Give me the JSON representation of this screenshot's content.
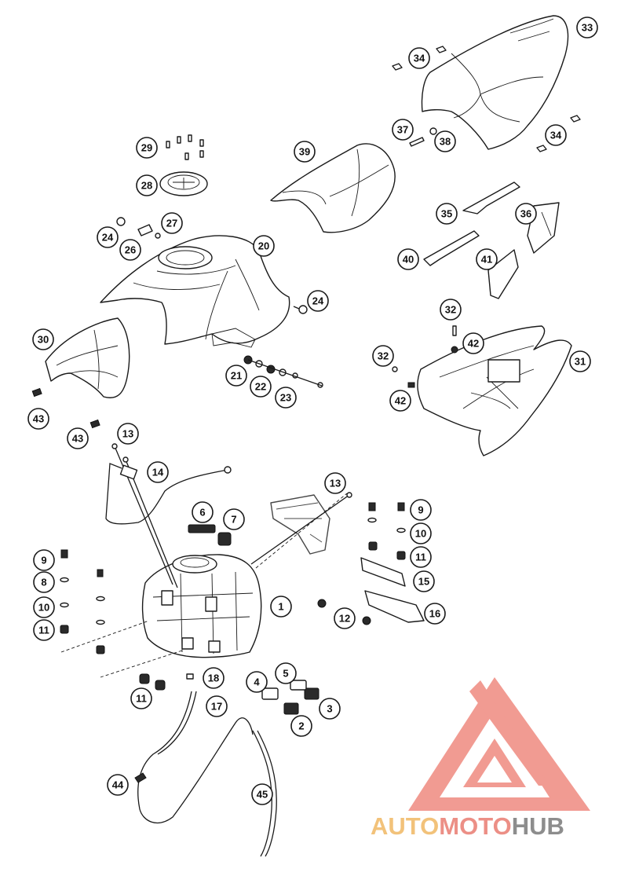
{
  "diagram": {
    "callouts": [
      "1",
      "2",
      "3",
      "4",
      "5",
      "6",
      "7",
      "8",
      "9",
      "9",
      "10",
      "10",
      "11",
      "11",
      "11",
      "12",
      "13",
      "13",
      "14",
      "15",
      "16",
      "17",
      "18",
      "20",
      "21",
      "22",
      "23",
      "24",
      "24",
      "26",
      "27",
      "28",
      "29",
      "30",
      "31",
      "32",
      "32",
      "33",
      "34",
      "34",
      "35",
      "36",
      "37",
      "38",
      "39",
      "40",
      "41",
      "42",
      "42",
      "43",
      "43",
      "44",
      "45"
    ]
  },
  "watermark": {
    "part1": "AUTO",
    "part2": "MOTO",
    "part3": "HUB",
    "colors": {
      "logo": "#ef8a80",
      "auto": "#f2c27a",
      "moto": "#ec8f86",
      "hub": "#8d8d8d"
    }
  }
}
